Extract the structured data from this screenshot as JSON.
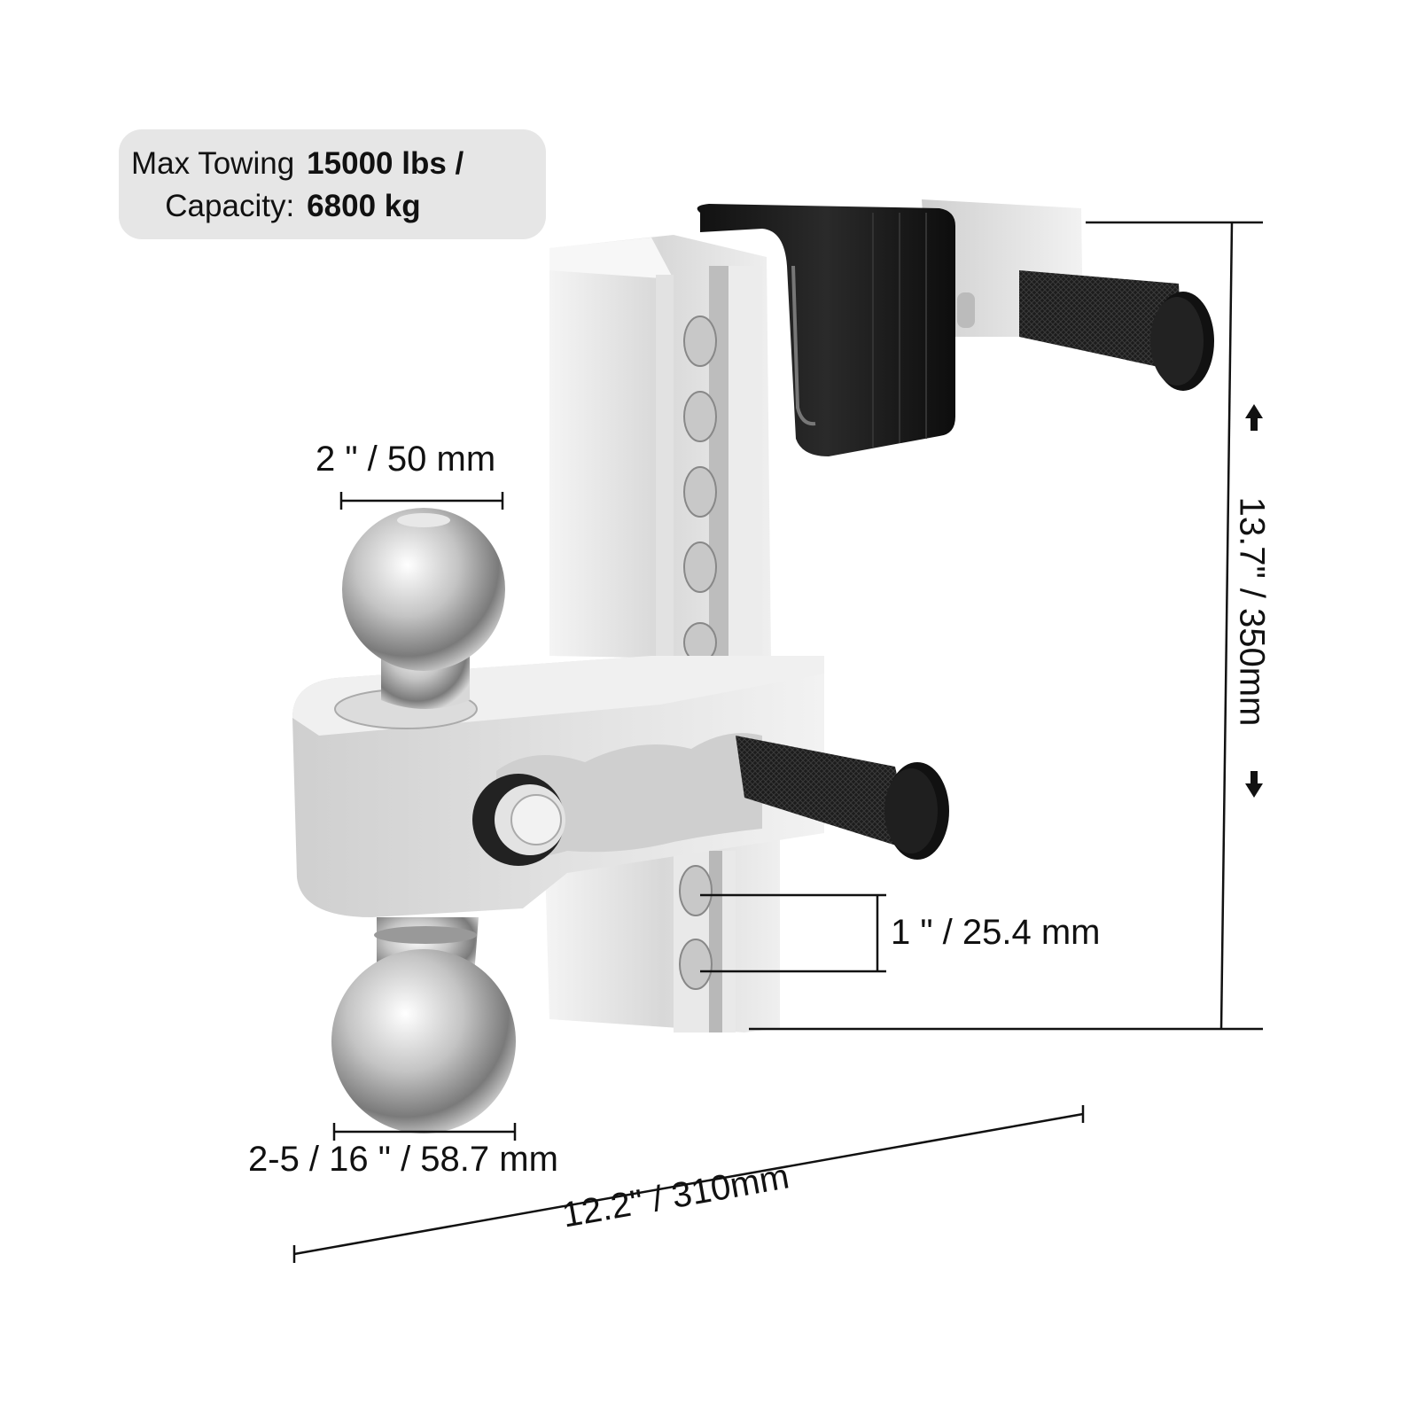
{
  "spec": {
    "label_line1": "Max Towing",
    "label_line2": "Capacity:",
    "value_line1": "15000 lbs /",
    "value_line2": "6800 kg"
  },
  "dimensions": {
    "top_ball_diameter": "2 \" / 50 mm",
    "bottom_ball_diameter": "2-5 / 16 \" / 58.7 mm",
    "hole_spacing": "1 \" / 25.4 mm",
    "total_height": "13.7\" / 350mm",
    "total_length": "12.2\" / 310mm"
  },
  "colors": {
    "spec_box_bg": "#e6e6e6",
    "aluminum": "#d9d9d9",
    "black_parts": "#1a1a1a",
    "chrome": "#bdbdbd"
  }
}
